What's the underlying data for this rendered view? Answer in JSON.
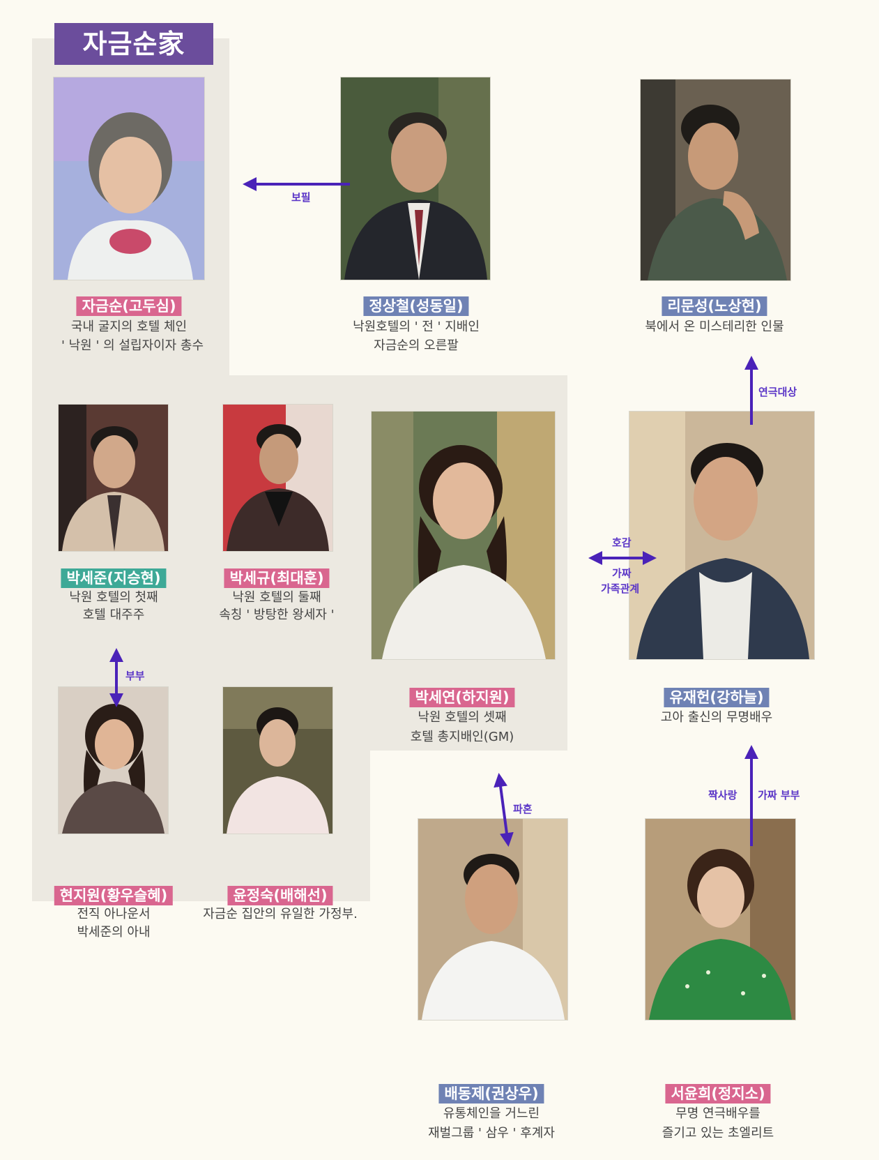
{
  "family_label": "자금순家",
  "colors": {
    "background": "#fcfaf2",
    "region": "#ece9e1",
    "family_tag": "#6b4d9c",
    "tag_pink": "#d9668f",
    "tag_blue": "#6f82b4",
    "tag_teal": "#3ea997",
    "arrow": "#4a22b8"
  },
  "characters": {
    "jageumsun": {
      "name": "자금순(고두심)",
      "desc1": "국내 굴지의 호텔 체인",
      "desc2": "' 낙원 ' 의 설립자이자 총수"
    },
    "jungsangchul": {
      "name": "정상철(성동일)",
      "desc1": "낙원호텔의 ' 전 ' 지배인",
      "desc2": "자금순의 오른팔"
    },
    "rimunsung": {
      "name": "리문성(노상현)",
      "desc1": "북에서 온 미스테리한 인물"
    },
    "parksejun": {
      "name": "박세준(지승현)",
      "desc1": "낙원 호텔의 첫째",
      "desc2": "호텔 대주주"
    },
    "parksegyu": {
      "name": "박세규(최대훈)",
      "desc1": "낙원 호텔의 둘째",
      "desc2": "속칭 ' 방탕한 왕세자 '"
    },
    "parkseyeon": {
      "name": "박세연(하지원)",
      "desc1": "낙원 호텔의 셋째",
      "desc2": "호텔 총지배인(GM)"
    },
    "yujaehun": {
      "name": "유재헌(강하늘)",
      "desc1": "고아 출신의 무명배우"
    },
    "hyunjiwon": {
      "name": "현지원(황우슬혜)",
      "desc1": "전직 아나운서",
      "desc2": "박세준의 아내"
    },
    "yunjungsuk": {
      "name": "윤정숙(배해선)",
      "desc1": "자금순 집안의 유일한 가정부."
    },
    "baedongje": {
      "name": "배동제(권상우)",
      "desc1": "유통체인을 거느린",
      "desc2": "재벌그룹 ' 삼우 ' 후계자"
    },
    "seoyunhee": {
      "name": "서윤희(정지소)",
      "desc1": "무명 연극배우를",
      "desc2": "즐기고 있는 초엘리트"
    }
  },
  "relations": {
    "bopil": "보필",
    "yeongeuk": "연극대상",
    "hogam": "호감",
    "gajja_family_1": "가짜",
    "gajja_family_2": "가족관계",
    "bubu": "부부",
    "pahon": "파혼",
    "jjaksarang": "짝사랑",
    "gajja_bubu": "가짜 부부"
  }
}
